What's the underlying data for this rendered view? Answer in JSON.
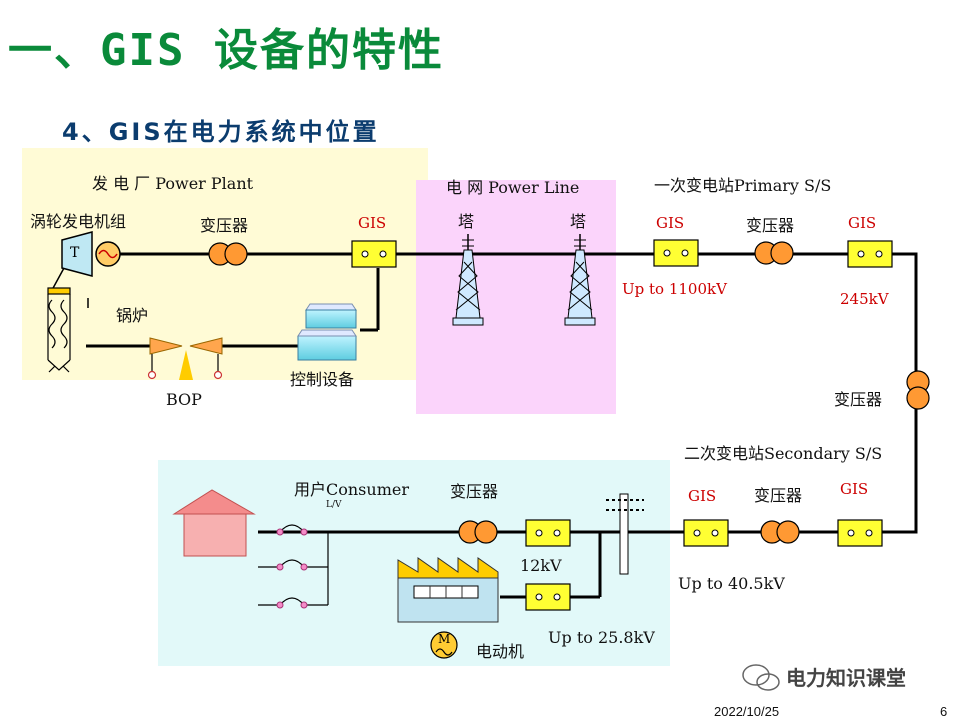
{
  "slide": {
    "title": "一、GIS 设备的特性",
    "subtitle": "4、GIS在电力系统中位置",
    "date": "2022/10/25",
    "page_number": "6",
    "watermark": "电力知识课堂"
  },
  "power_plant": {
    "heading": "发 电 厂 Power Plant",
    "turbine_group": "涡轮发电机组",
    "turbine_symbol": "T",
    "transformer": "变压器",
    "gis": "GIS",
    "boiler": "锅炉",
    "control_equipment": "控制设备",
    "bop": "BOP"
  },
  "power_line": {
    "heading": "电  网 Power Line",
    "tower_1": "塔",
    "tower_2": "塔"
  },
  "primary_substation": {
    "heading": "一次变电站Primary  S/S",
    "gis_left": "GIS",
    "transformer": "变压器",
    "gis_right": "GIS",
    "voltage_left": "Up to  1100kV",
    "voltage_right": "245kV"
  },
  "link": {
    "transformer": "变压器"
  },
  "secondary_substation": {
    "heading": "二次变电站Secondary S/S",
    "gis_left": "GIS",
    "transformer": "变压器",
    "gis_right": "GIS",
    "voltage": "Up to 40.5kV"
  },
  "consumer": {
    "heading": "用户Consumer",
    "lv": "L/V",
    "transformer": "变压器",
    "voltage_12": "12kV",
    "voltage_25": "Up to 25.8kV",
    "motor": "电动机",
    "motor_symbol": "M"
  },
  "colors": {
    "plant_bg": "#fffbd6",
    "line_bg": "#fbd4fb",
    "consumer_bg": "#e2f9f9",
    "title": "#0a8a3a",
    "subtitle": "#0b3c6e",
    "gis_box": "#ffff33",
    "transformer": "#ff9933",
    "red_text": "#cc0000"
  }
}
